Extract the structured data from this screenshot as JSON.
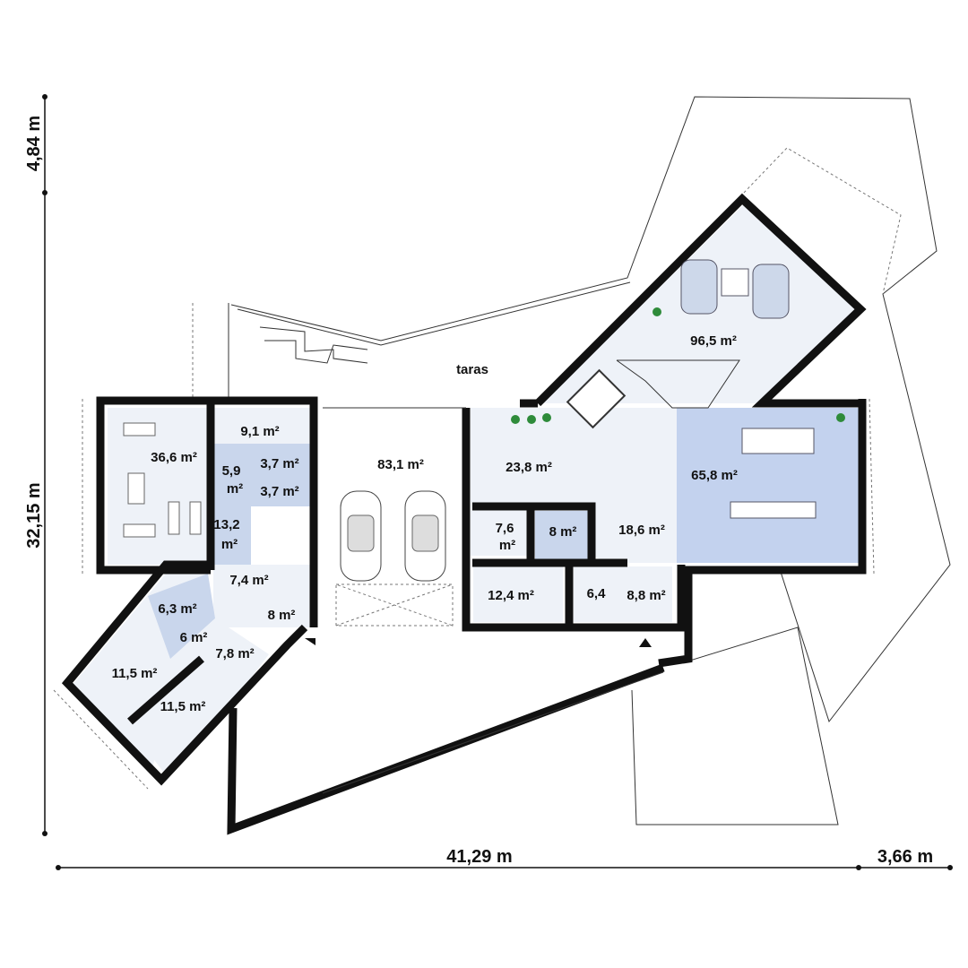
{
  "dimensions": {
    "left_top": "4,84 m",
    "left_main": "32,15 m",
    "bottom_main": "41,29 m",
    "bottom_right": "3,66 m"
  },
  "terrace_label": "taras",
  "rooms": [
    {
      "id": "gym",
      "area": "36,6 m²"
    },
    {
      "id": "wardrobe-corridor",
      "area": "9,1 m²"
    },
    {
      "id": "hall-small",
      "area": "5,9 m²",
      "lines": [
        "5,9",
        "m²"
      ]
    },
    {
      "id": "wc-1",
      "area": "3,7 m²"
    },
    {
      "id": "wc-2",
      "area": "3,7 m²"
    },
    {
      "id": "sauna",
      "area": "13,2 m²",
      "lines": [
        "13,2",
        "m²"
      ]
    },
    {
      "id": "garage",
      "area": "83,1 m²"
    },
    {
      "id": "living",
      "area": "96,5 m²"
    },
    {
      "id": "entry-hall",
      "area": "23,8 m²"
    },
    {
      "id": "dining-kitchen",
      "area": "65,8 m²"
    },
    {
      "id": "closet",
      "area": "7,6 m²",
      "lines": [
        "7,6",
        "m²"
      ]
    },
    {
      "id": "bathroom",
      "area": "8 m²"
    },
    {
      "id": "hall",
      "area": "18,6 m²"
    },
    {
      "id": "utility",
      "area": "12,4 m²"
    },
    {
      "id": "pantry",
      "area": "6,4"
    },
    {
      "id": "vestibule",
      "area": "8,8 m²"
    },
    {
      "id": "corridor",
      "area": "7,4 m²"
    },
    {
      "id": "side-room",
      "area": "8 m²"
    },
    {
      "id": "bedroom-bath",
      "area": "6,3 m²"
    },
    {
      "id": "bedroom-hall",
      "area": "6 m²"
    },
    {
      "id": "bath-2",
      "area": "7,8 m²"
    },
    {
      "id": "bedroom-1",
      "area": "11,5 m²"
    },
    {
      "id": "bedroom-2",
      "area": "11,5 m²"
    }
  ],
  "colors": {
    "room_fill": "#eef2f8",
    "wet_fill": "#c9d6ec",
    "dining_fill": "#c3d2ee",
    "wall": "#111111",
    "plant": "#2e8b3a"
  }
}
